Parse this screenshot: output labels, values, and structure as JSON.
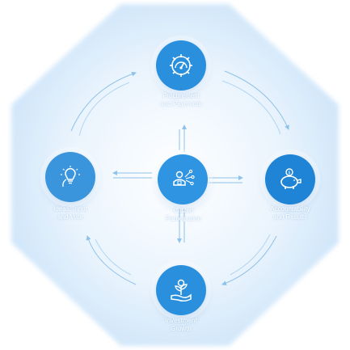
{
  "diagram": {
    "colors": {
      "octagon_fill": "#cfe6fb",
      "node_fill": "#2a8fdd",
      "node_fill_dark": "#1f78c8",
      "arrow": "#8fc2ea",
      "label": "#ffffff"
    },
    "nodes": {
      "top": {
        "label": "Procurement\nand Payments",
        "icon": "gear-gauge-icon"
      },
      "right": {
        "label": "Accountability\nand Results",
        "icon": "piggy-bank-icon"
      },
      "bottom": {
        "label": "Investment\nGrowth",
        "icon": "plant-hand-icon"
      },
      "left": {
        "label": "Ideas, Input\nand Vote",
        "icon": "lightbulb-icon"
      },
      "center": {
        "label": "Citizen\nParticipation",
        "icon": "people-network-icon"
      }
    }
  }
}
